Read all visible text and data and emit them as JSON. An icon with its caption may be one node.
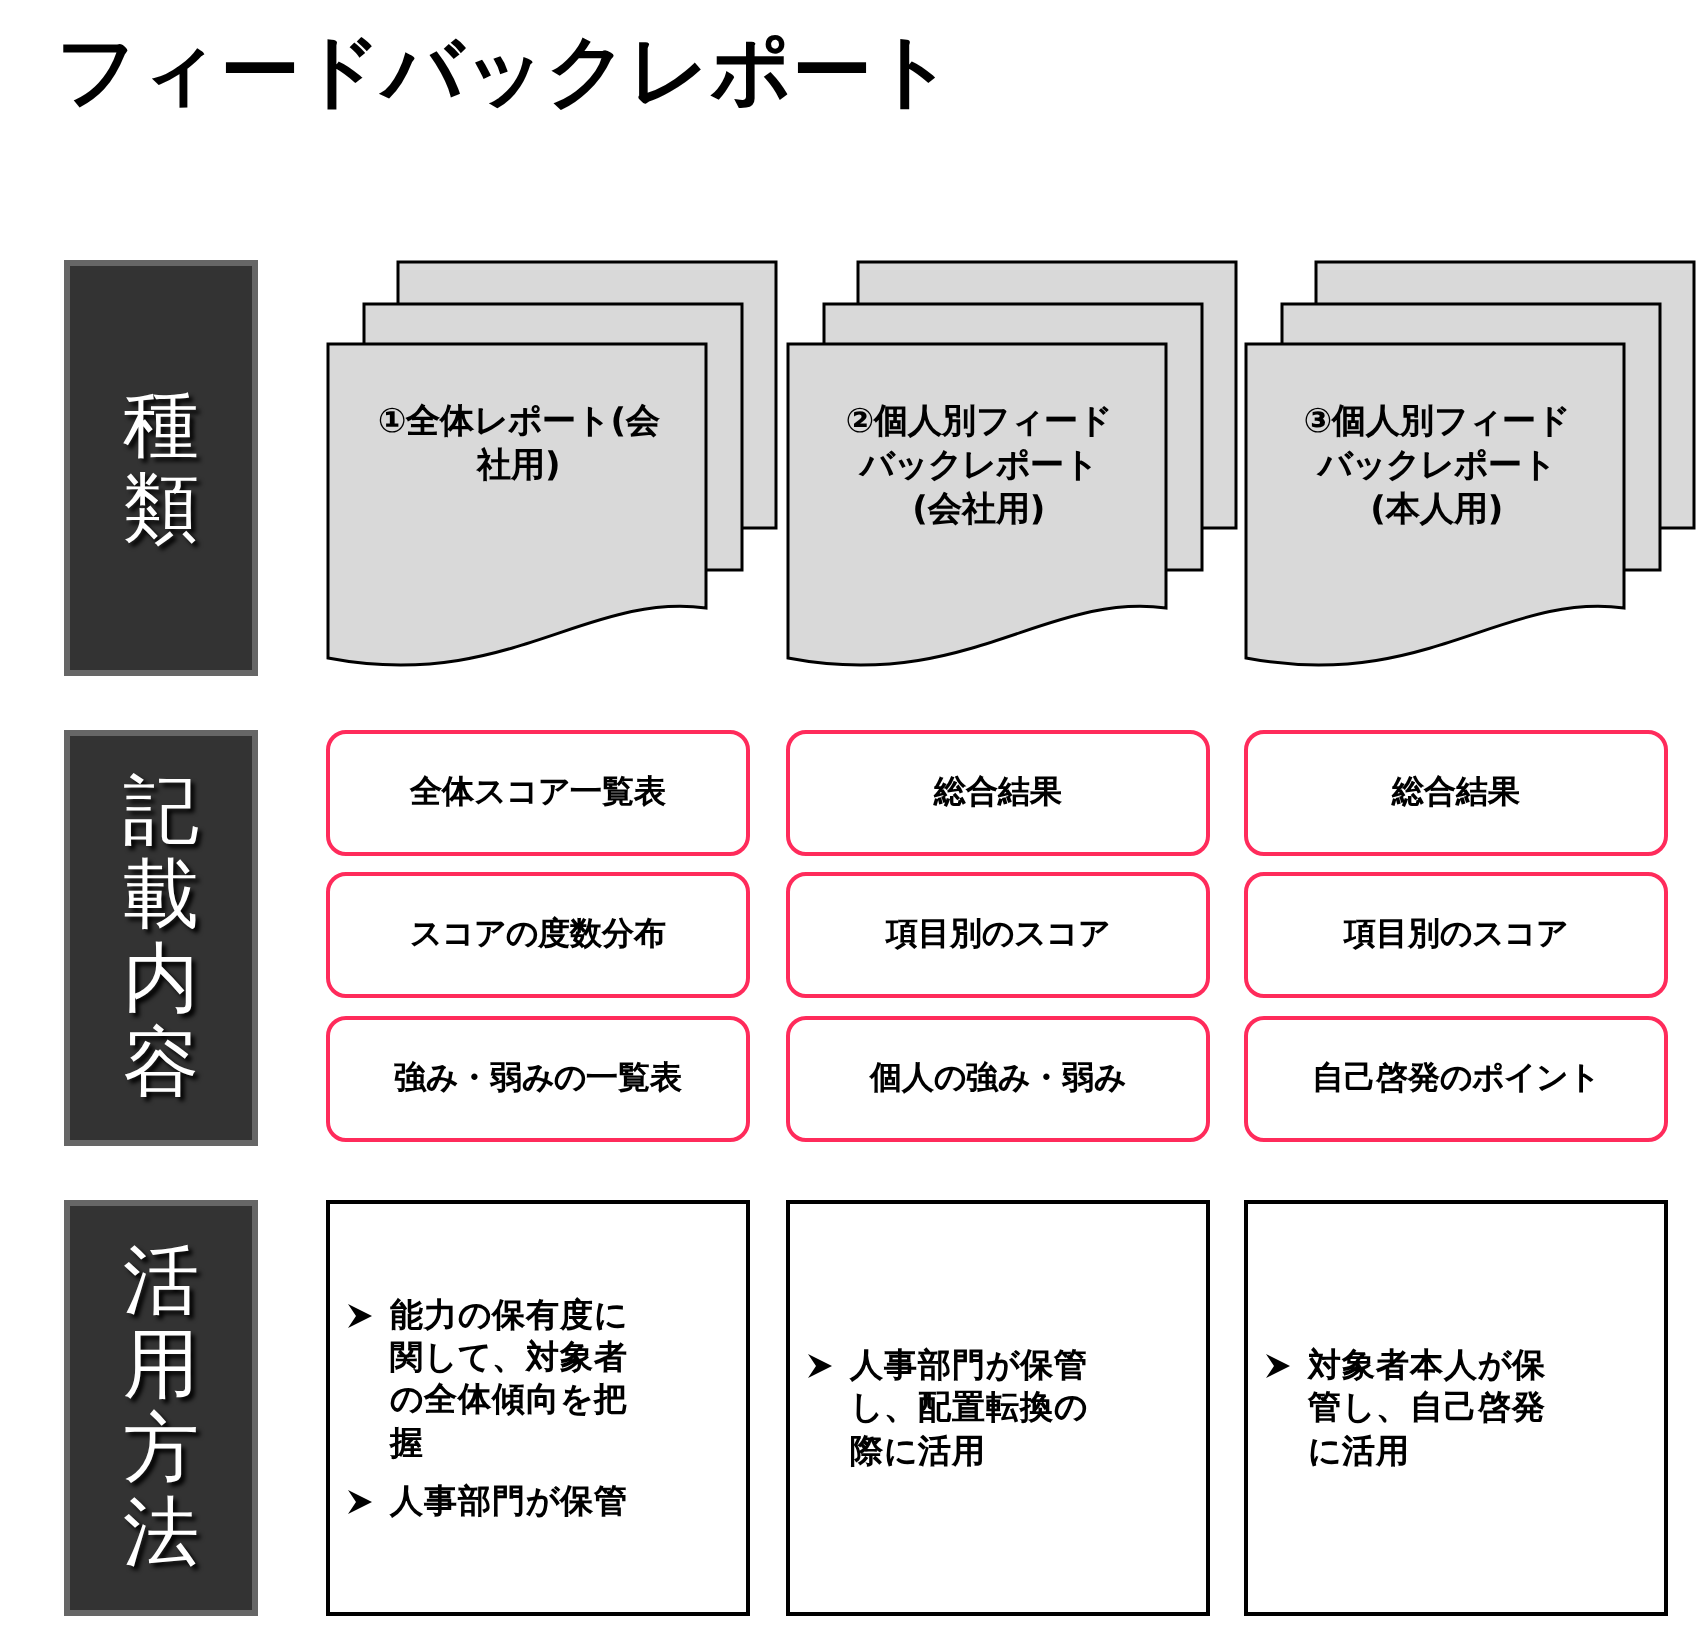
{
  "diagram": {
    "title": "フィードバックレポート",
    "nodes": [
      {
        "text": [
          "種類"
        ]
      },
      {
        "text": [
          "①全体レポート(会社用)"
        ]
      },
      {
        "text": [
          "②個人別フィードバックレポート(会社用)"
        ]
      },
      {
        "text": [
          "③個人別フィードバックレポート(本人用)"
        ]
      },
      {
        "text": [
          "記載内容"
        ]
      },
      {
        "text": [
          "全体スコア一覧表"
        ]
      },
      {
        "text": [
          "総合結果"
        ]
      },
      {
        "text": [
          "総合結果"
        ]
      },
      {
        "text": [
          "スコアの度数分布"
        ]
      },
      {
        "text": [
          "項目別のスコア"
        ]
      },
      {
        "text": [
          "項目別のスコア"
        ]
      },
      {
        "text": [
          "強み・弱みの一覧表"
        ]
      },
      {
        "text": [
          "個人の強み・弱み"
        ]
      },
      {
        "text": [
          "自己啓発のポイント"
        ]
      },
      {
        "text": [
          "活用方法"
        ]
      },
      {
        "text": [
          "能力の保有度に関して、対象者の全体傾向を把握",
          "人事部門が保管"
        ]
      },
      {
        "text": [
          "人事部門が保管し、配置転換の際に活用"
        ]
      },
      {
        "text": [
          "対象者本人が保管し、自己啓発に活用"
        ]
      }
    ]
  }
}
